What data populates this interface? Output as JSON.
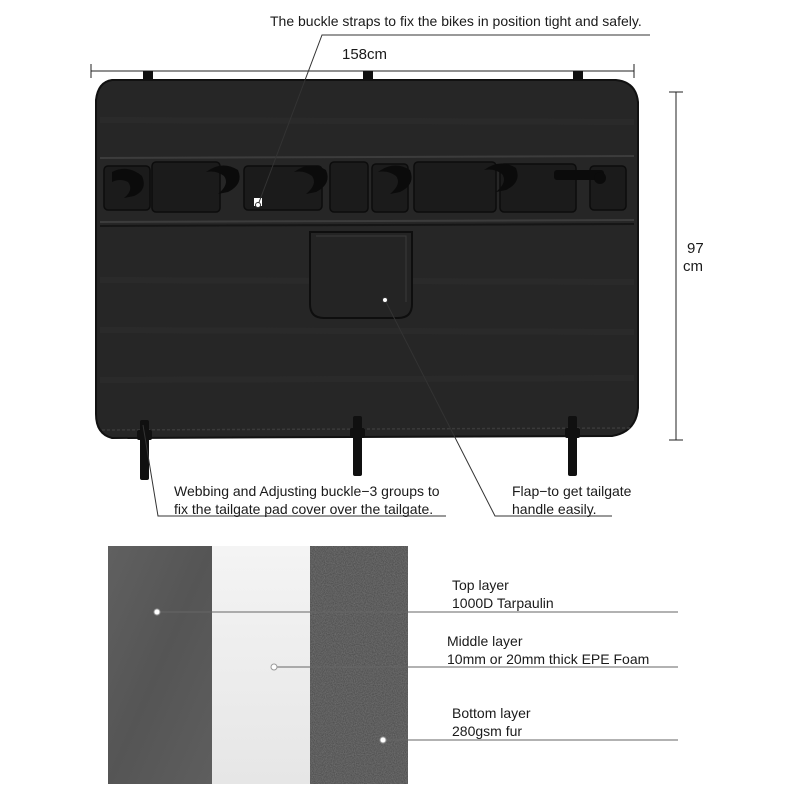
{
  "callouts": {
    "buckle_straps": "The buckle straps to fix the bikes in position tight and safely.",
    "webbing_line1": "Webbing and Adjusting buckle−3  groups to",
    "webbing_line2": "fix the tailgate pad cover over the tailgate.",
    "flap_line1": "Flap−to get tailgate",
    "flap_line2": "handle easily."
  },
  "dimensions": {
    "width": "158cm",
    "height_value": "97",
    "height_unit": "cm"
  },
  "layers": {
    "top": {
      "title": "Top layer",
      "detail": "1000D Tarpaulin"
    },
    "middle": {
      "title": "Middle layer",
      "detail": "10mm  or  20mm thick EPE Foam"
    },
    "bottom": {
      "title": "Bottom layer",
      "detail": "280gsm fur"
    }
  },
  "colors": {
    "pad": "#242424",
    "tarpaulin": "#5c5c5c",
    "foam": "#eeeeee",
    "fur": "#4a4a4a"
  }
}
